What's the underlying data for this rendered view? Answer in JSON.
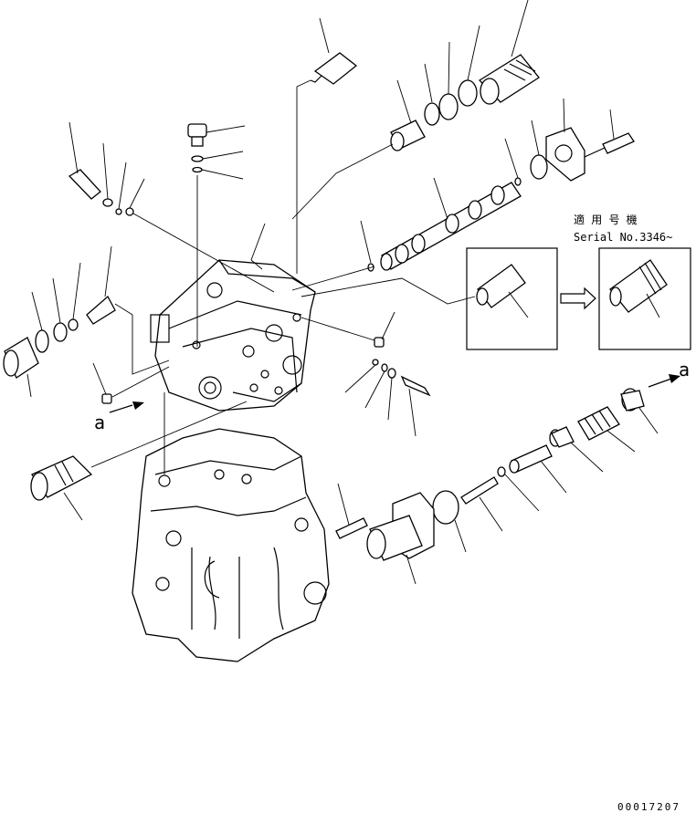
{
  "inset": {
    "applicability": "適 用 号 機",
    "serial": "Serial No.3346~"
  },
  "flow_markers": {
    "left": "a",
    "right": "a"
  },
  "drawing_number": "00017207"
}
